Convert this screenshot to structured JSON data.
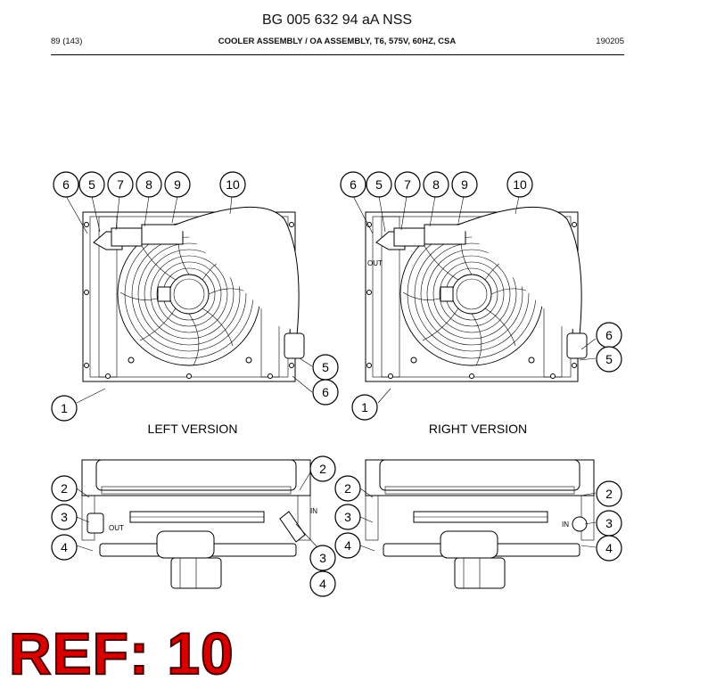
{
  "document": {
    "title": "BG 005 632 94 aA NSS",
    "page": "89 (143)",
    "heading": "COOLER ASSEMBLY / OA ASSEMBLY, T6, 575V, 60HZ, CSA",
    "date_code": "190205"
  },
  "views": {
    "left_label": "LEFT VERSION",
    "right_label": "RIGHT VERSION",
    "port_out": "OUT",
    "port_in": "IN"
  },
  "callouts": {
    "top_left": [
      "6",
      "5",
      "7",
      "8",
      "9",
      "10",
      "5",
      "6",
      "1"
    ],
    "top_right": [
      "6",
      "5",
      "7",
      "8",
      "9",
      "10",
      "6",
      "5",
      "1"
    ],
    "bottom_left": [
      "2",
      "3",
      "4",
      "2",
      "3",
      "4"
    ],
    "bottom_right": [
      "2",
      "3",
      "4",
      "2",
      "3",
      "4"
    ]
  },
  "reference": {
    "text": "REF: 10",
    "color": "#d90000"
  }
}
